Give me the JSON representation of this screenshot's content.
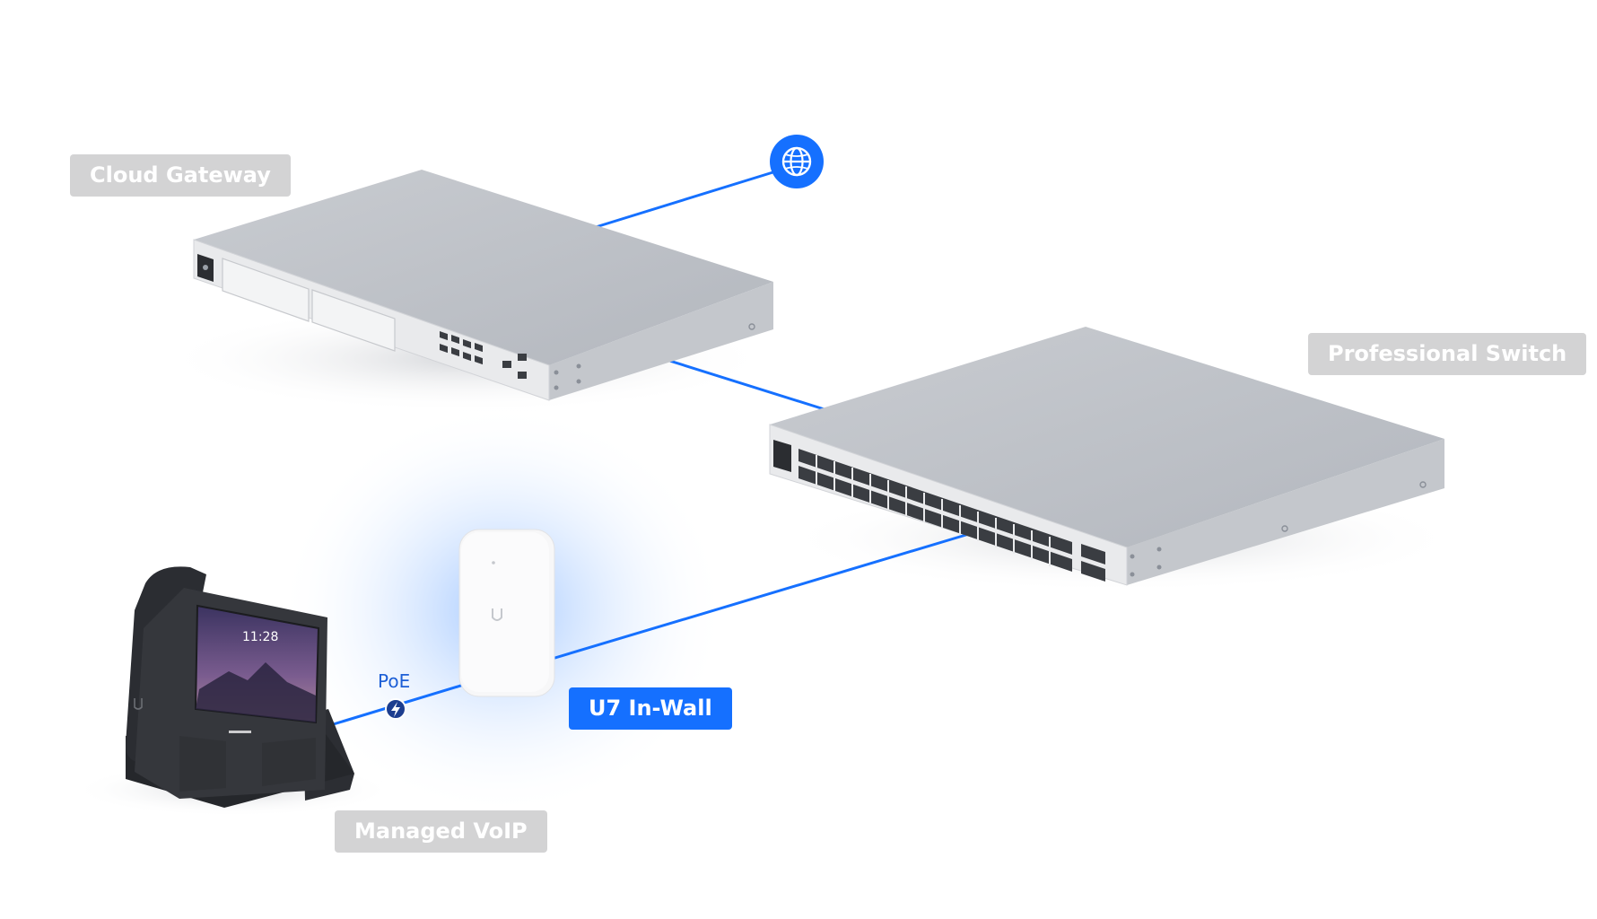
{
  "labels": {
    "cloud_gateway": "Cloud Gateway",
    "professional_switch": "Professional Switch",
    "u7_inwall": "U7 In-Wall",
    "managed_voip": "Managed VoIP",
    "poe": "PoE"
  },
  "phone_screen": {
    "time": "11:28"
  },
  "colors": {
    "link": "#1570ff",
    "label_grey": "#d3d3d4",
    "label_blue": "#1570ff",
    "device_top": "#bfc2c7",
    "device_front": "#e8e9eb",
    "globe": "#1570ff"
  },
  "icons": {
    "internet": "globe-icon",
    "poe": "lightning-icon"
  }
}
